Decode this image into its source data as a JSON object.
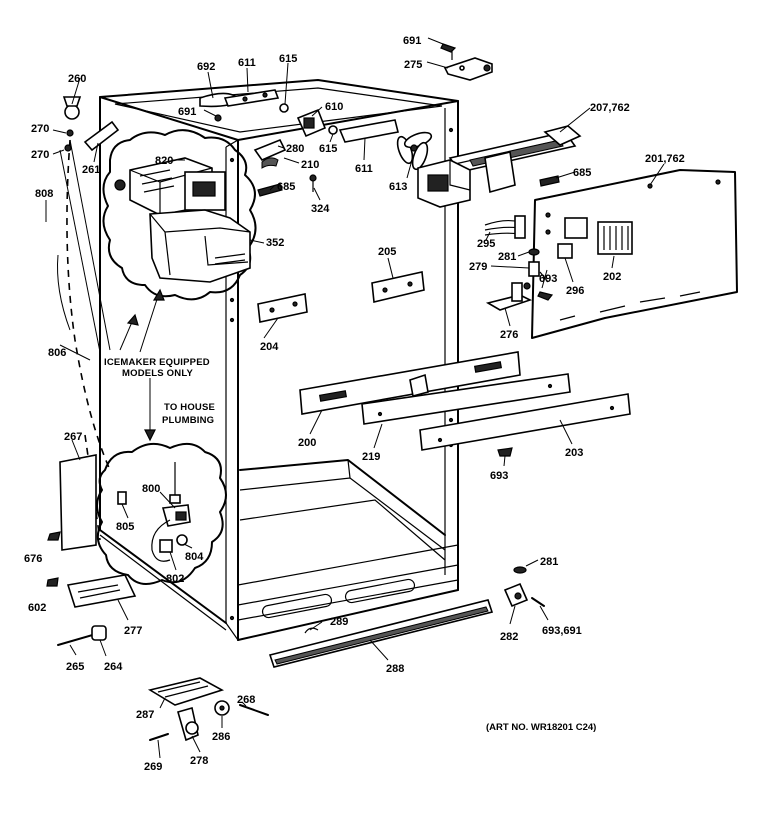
{
  "diagram": {
    "part_labels": {
      "p691_top": "691",
      "p275": "275",
      "p692": "692",
      "p611_top": "611",
      "p615_top": "615",
      "p260": "260",
      "p691_mid": "691",
      "p610": "610",
      "p207_762": "207,762",
      "p270_a": "270",
      "p270_b": "270",
      "p261": "261",
      "p820": "820",
      "p280": "280",
      "p615_mid": "615",
      "p210": "210",
      "p611_mid": "611",
      "p613": "613",
      "p685_left": "685",
      "p685_right": "685",
      "p201_762": "201,762",
      "p808": "808",
      "p324": "324",
      "p352": "352",
      "p205": "205",
      "p295": "295",
      "p281_upper": "281",
      "p279": "279",
      "p693_upper": "693",
      "p296": "296",
      "p202": "202",
      "p806": "806",
      "p204": "204",
      "p276": "276",
      "p200": "200",
      "p219": "219",
      "p203": "203",
      "p267": "267",
      "p693_lower": "693",
      "p800": "800",
      "p805": "805",
      "p804": "804",
      "p802": "802",
      "p676": "676",
      "p602": "602",
      "p281_lower": "281",
      "p289": "289",
      "p277": "277",
      "p282": "282",
      "p693_691": "693,691",
      "p265": "265",
      "p264": "264",
      "p288": "288",
      "p287": "287",
      "p268": "268",
      "p286": "286",
      "p269": "269",
      "p278": "278"
    },
    "notes": {
      "icemaker_line1": "ICEMAKER EQUIPPED",
      "icemaker_line2": "MODELS ONLY",
      "plumbing_line1": "TO HOUSE",
      "plumbing_line2": "PLUMBING",
      "art_number": "(ART NO. WR18201 C24)"
    }
  }
}
